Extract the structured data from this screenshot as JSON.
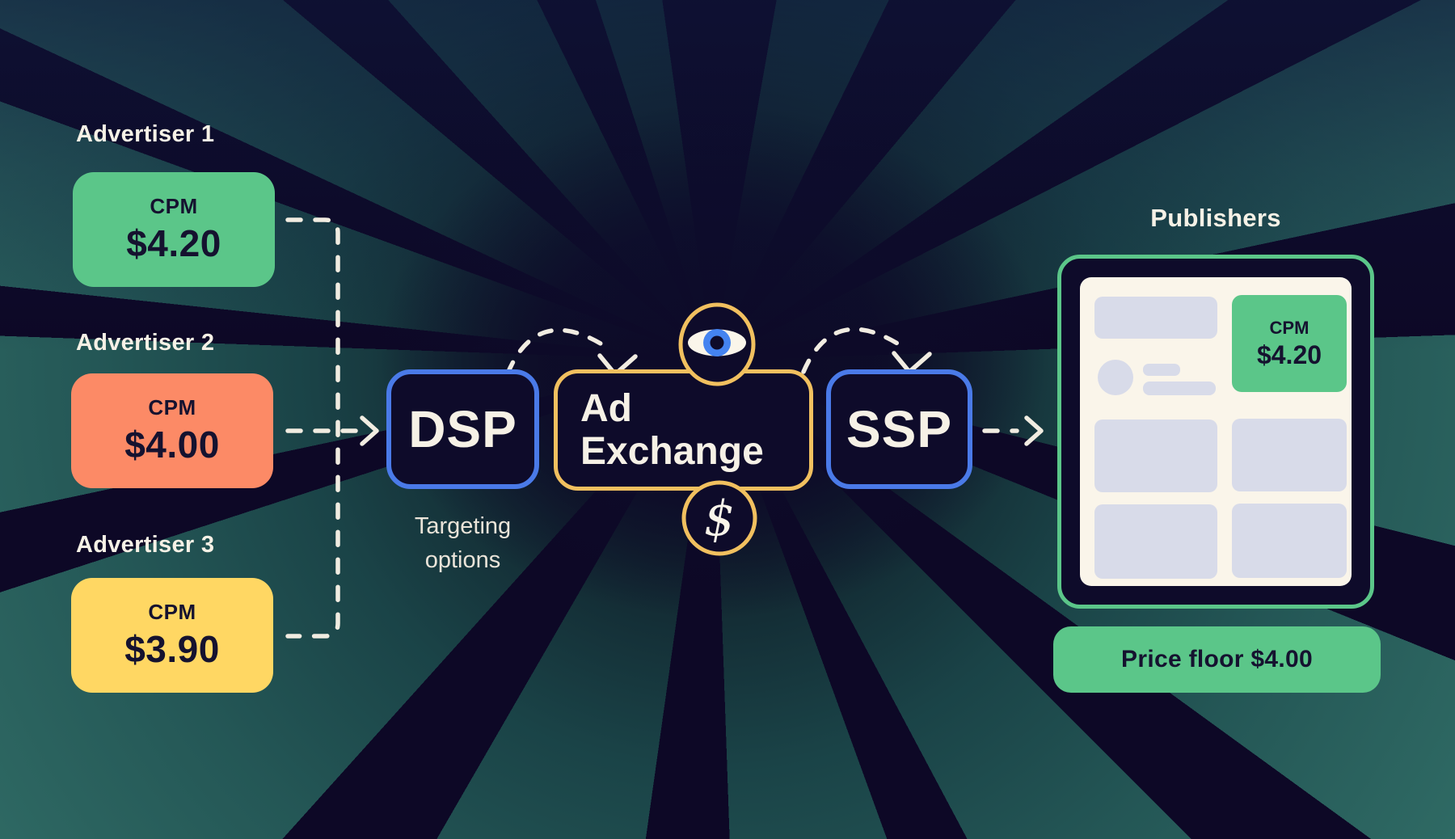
{
  "advertisers": [
    {
      "label": "Advertiser 1",
      "cpm_label": "CPM",
      "cpm_value": "$4.20",
      "card_color": "#5bc689"
    },
    {
      "label": "Advertiser 2",
      "cpm_label": "CPM",
      "cpm_value": "$4.00",
      "card_color": "#fc8a66"
    },
    {
      "label": "Advertiser 3",
      "cpm_label": "CPM",
      "cpm_value": "$3.90",
      "card_color": "#ffd763"
    }
  ],
  "dsp": {
    "label": "DSP",
    "caption": "Targeting options",
    "border_color": "#4a7ae8"
  },
  "ad_exchange": {
    "label": "Ad Exchange",
    "border_color": "#f1c05f",
    "eye_icon": "eye-icon",
    "dollar_icon": "dollar-icon",
    "dollar_glyph": "$",
    "iris_color": "#4483f0"
  },
  "ssp": {
    "label": "SSP",
    "border_color": "#4a7ae8"
  },
  "publishers": {
    "title": "Publishers",
    "border_color": "#5bc689",
    "ad_slot": {
      "cpm_label": "CPM",
      "cpm_value": "$4.20",
      "color": "#5bc689"
    },
    "price_floor_label": "Price floor $4.00",
    "price_floor_color": "#5bc689"
  },
  "colors": {
    "background_navy": "#0d0826",
    "ray_teal": "#2f6a64",
    "connector_cream": "#f1ece1",
    "dark_text": "#15122f",
    "light_text": "#f6f1e6"
  }
}
